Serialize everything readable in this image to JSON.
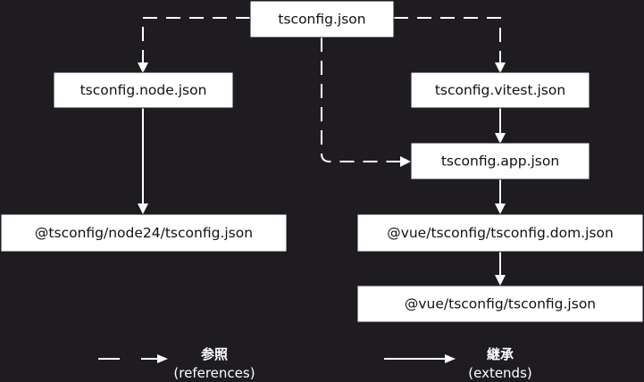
{
  "nodes": {
    "root": "tsconfig.json",
    "node": "tsconfig.node.json",
    "vitest": "tsconfig.vitest.json",
    "app": "tsconfig.app.json",
    "node24": "@tsconfig/node24/tsconfig.json",
    "vue_dom": "@vue/tsconfig/tsconfig.dom.json",
    "vue_base": "@vue/tsconfig/tsconfig.json"
  },
  "legend": {
    "references": {
      "title": "参照",
      "subtitle": "(references)"
    },
    "extends": {
      "title": "継承",
      "subtitle": "(extends)"
    }
  },
  "colors": {
    "background": "#1e1c21",
    "node_fill": "#ffffff",
    "node_text": "#111111",
    "edge": "#ffffff"
  }
}
